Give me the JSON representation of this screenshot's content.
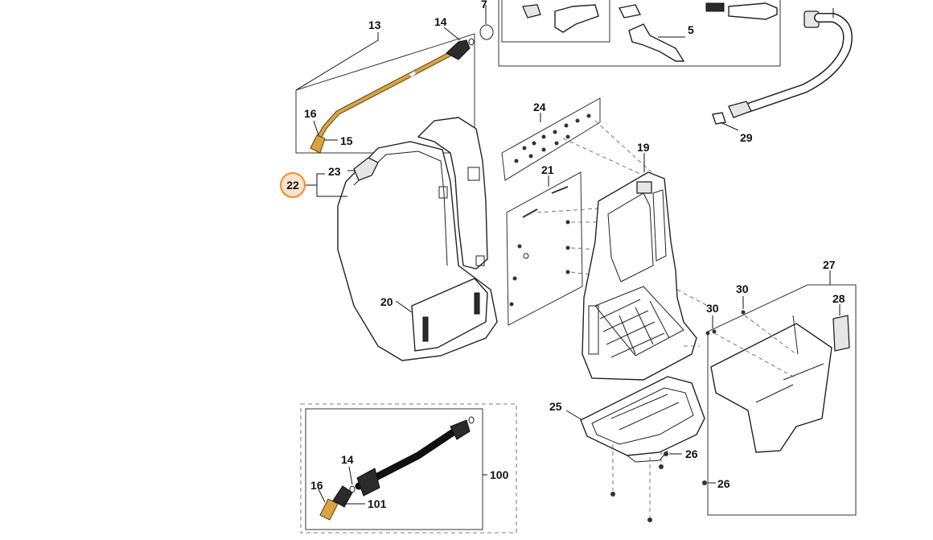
{
  "diagram": {
    "highlight_color": "#f28c28",
    "highlight_fill": "#fbe3cc",
    "brass_color": "#d9a441",
    "callouts": {
      "c13": "13",
      "c14a": "14",
      "c16a": "16",
      "c15": "15",
      "c7": "7",
      "c5": "5",
      "c24": "24",
      "c29": "29",
      "c19": "19",
      "c21": "21",
      "c22": "22",
      "c23": "23",
      "c20": "20",
      "c27": "27",
      "c28": "28",
      "c30a": "30",
      "c30b": "30",
      "c25": "25",
      "c26a": "26",
      "c26b": "26",
      "c14b": "14",
      "c16b": "16",
      "c101": "101",
      "c100": "100"
    }
  }
}
